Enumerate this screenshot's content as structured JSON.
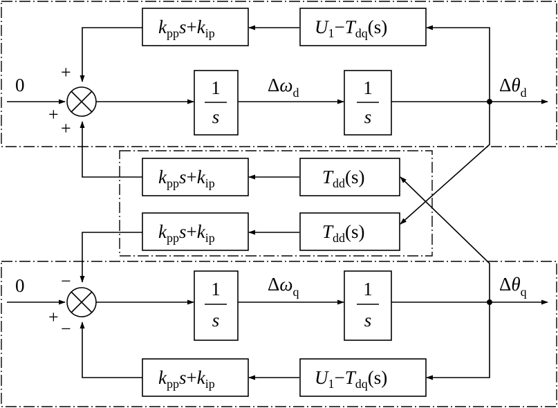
{
  "blocks": {
    "pi": {
      "k": "k",
      "pp": "pp",
      "s": "s",
      "plus": "+",
      "ki": "k",
      "ip": "ip"
    },
    "coupling_dq": {
      "u": "U",
      "one": "1",
      "minus": "−",
      "t": "T",
      "dq": "dq",
      "s": "(s)"
    },
    "coupling_dd": {
      "t": "T",
      "dd": "dd",
      "s": "(s)"
    },
    "integrator": {
      "num": "1",
      "den": "s"
    }
  },
  "signals": {
    "input_d": "0",
    "input_q": "0",
    "delta": "Δ",
    "omega": "ω",
    "theta": "θ",
    "sub_d": "d",
    "sub_q": "q"
  },
  "signs": {
    "d_top": "+",
    "d_left": "+",
    "d_bottom": "+",
    "q_top": "−",
    "q_left": "+",
    "q_bottom": "−"
  }
}
